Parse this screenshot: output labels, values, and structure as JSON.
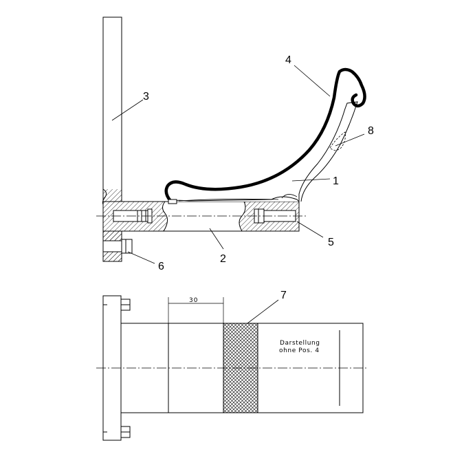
{
  "labels": {
    "p1": "1",
    "p2": "2",
    "p3": "3",
    "p4": "4",
    "p5": "5",
    "p6": "6",
    "p7": "7",
    "p8": "8"
  },
  "dimension": "30",
  "note": {
    "line1": "Darstellung",
    "line2": "ohne Pos. 4"
  },
  "colors": {
    "ink": "#000000",
    "paper": "#ffffff"
  }
}
